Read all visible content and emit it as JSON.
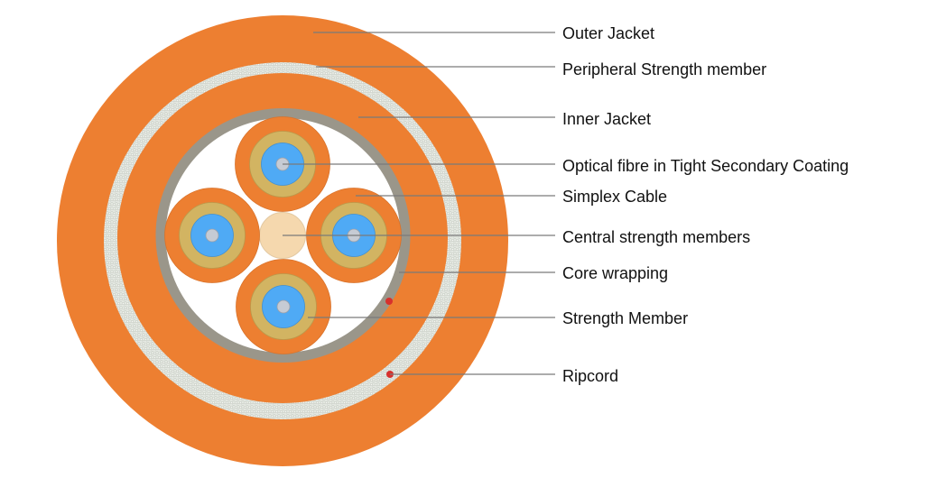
{
  "labels": {
    "outer_jacket": "Outer Jacket",
    "peripheral_strength": "Peripheral Strength member",
    "inner_jacket": "Inner Jacket",
    "optical_fibre": "Optical fibre in Tight Secondary Coating",
    "simplex_cable": "Simplex Cable",
    "central_strength": "Central strength members",
    "core_wrapping": "Core wrapping",
    "strength_member": "Strength Member",
    "ripcord": "Ripcord"
  },
  "colors": {
    "jacket": "#ed7f31",
    "peripheral": "#dfe3dc",
    "core_wrap": "#9a968a",
    "aramid": "#d2b462",
    "fibre_coating": "#4faaf5",
    "fibre": "#c6cbd4",
    "central": "#f5d8ae",
    "ripcord": "#d7312d"
  }
}
